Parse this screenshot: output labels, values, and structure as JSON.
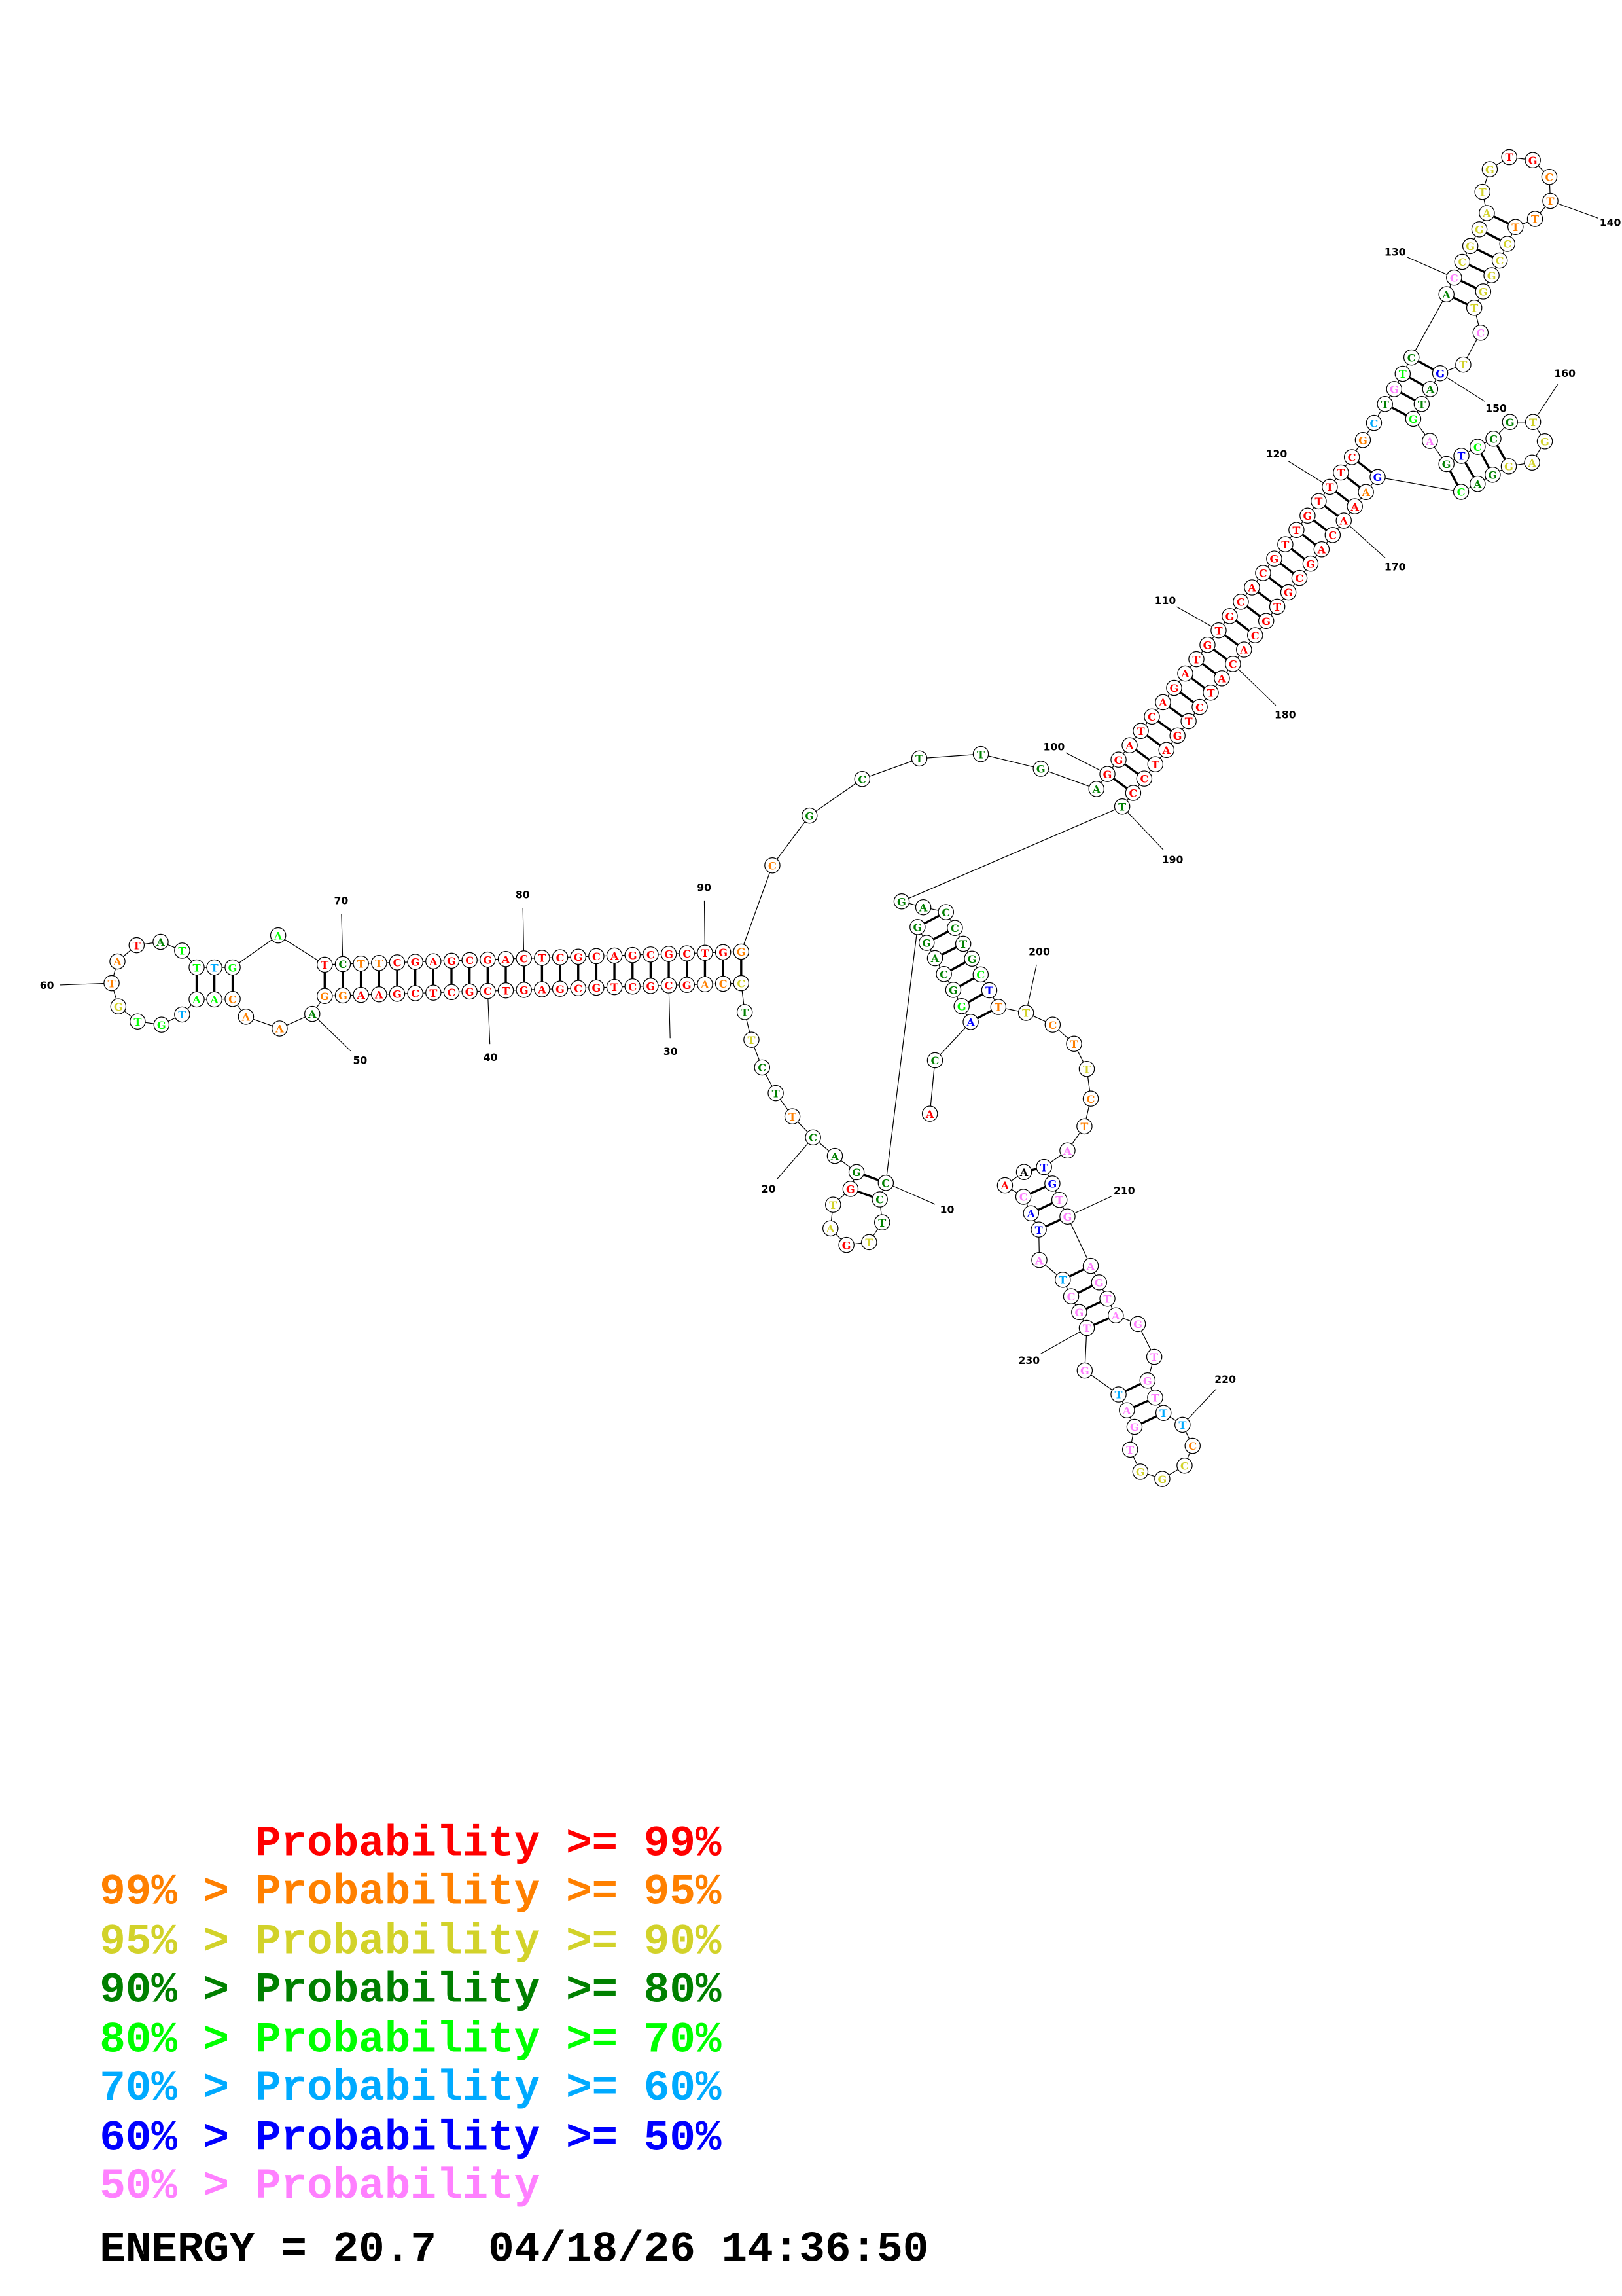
{
  "structure": {
    "sequence": "ACAGGCAGGCCTTGATGGACTTCTTCCAGCGCTGCGAGTCGCTCGAAGGAAACAATGTGTATATTTGATCTTCGAGCGACTCGCAGCGCTGGCGCTTGAGGATCAGATGTGCACGTTGTTTCGCTGTCACCGGATGTGCTTTCCGGTCTGATGAGTCCGTGAGGACGAAACAGCGTGCACATCTGATCCTGACCTGCTTTCTTCTATGTGAGTAGTGTTTCCGGTGATGTGCTATACAA",
    "probability_class": "rdbgddddddddyryyrdddoddydyoorrrrrrrrrrrrrrrrrrroodoooggcggyoordggcggrdoorrrrrrrrrrrrrrrrrrrooddddddrrrrrrrrrrrrrrrrrrrrrrrocdpgddpyyyyyyrrooooyyyyypybddgpdbgddyyyyddgborrrrrrrrrrrrrrrrrrrrrdddddddgboyooyoopbbppppppppppccoyyypppcppppcpbbpr",
    "pairs": [
      [
        26,
        92
      ],
      [
        27,
        91
      ],
      [
        28,
        90
      ],
      [
        29,
        89
      ],
      [
        30,
        88
      ],
      [
        31,
        87
      ],
      [
        32,
        86
      ],
      [
        33,
        85
      ],
      [
        34,
        84
      ],
      [
        35,
        83
      ],
      [
        36,
        82
      ],
      [
        37,
        81
      ],
      [
        38,
        80
      ],
      [
        39,
        79
      ],
      [
        40,
        78
      ],
      [
        41,
        77
      ],
      [
        42,
        76
      ],
      [
        43,
        75
      ],
      [
        44,
        74
      ],
      [
        45,
        73
      ],
      [
        46,
        72
      ],
      [
        47,
        71
      ],
      [
        48,
        70
      ],
      [
        49,
        69
      ],
      [
        53,
        67
      ],
      [
        54,
        66
      ],
      [
        55,
        65
      ],
      [
        10,
        18
      ],
      [
        11,
        17
      ],
      [
        3,
        199
      ],
      [
        4,
        198
      ],
      [
        5,
        197
      ],
      [
        6,
        196
      ],
      [
        7,
        195
      ],
      [
        8,
        194
      ],
      [
        9,
        193
      ],
      [
        100,
        189
      ],
      [
        101,
        188
      ],
      [
        102,
        187
      ],
      [
        103,
        186
      ],
      [
        104,
        185
      ],
      [
        105,
        184
      ],
      [
        106,
        183
      ],
      [
        107,
        182
      ],
      [
        108,
        181
      ],
      [
        109,
        180
      ],
      [
        110,
        179
      ],
      [
        111,
        178
      ],
      [
        112,
        177
      ],
      [
        113,
        176
      ],
      [
        114,
        175
      ],
      [
        115,
        174
      ],
      [
        116,
        173
      ],
      [
        117,
        172
      ],
      [
        118,
        171
      ],
      [
        119,
        170
      ],
      [
        120,
        169
      ],
      [
        121,
        168
      ],
      [
        122,
        167
      ],
      [
        125,
        153
      ],
      [
        126,
        152
      ],
      [
        127,
        151
      ],
      [
        128,
        150
      ],
      [
        129,
        147
      ],
      [
        130,
        146
      ],
      [
        131,
        145
      ],
      [
        132,
        144
      ],
      [
        133,
        143
      ],
      [
        134,
        142
      ],
      [
        155,
        166
      ],
      [
        156,
        165
      ],
      [
        157,
        164
      ],
      [
        158,
        163
      ],
      [
        207,
        239
      ],
      [
        208,
        237
      ],
      [
        209,
        236
      ],
      [
        210,
        235
      ],
      [
        211,
        233
      ],
      [
        212,
        232
      ],
      [
        213,
        231
      ],
      [
        214,
        230
      ],
      [
        217,
        228
      ],
      [
        218,
        227
      ],
      [
        219,
        226
      ]
    ],
    "position_labels": [
      "10",
      "20",
      "30",
      "40",
      "50",
      "60",
      "70",
      "80",
      "90",
      "100",
      "110",
      "120",
      "130",
      "140",
      "150",
      "160",
      "170",
      "180",
      "190",
      "200",
      "210",
      "220",
      "230"
    ]
  },
  "colors": {
    "r": "#ff0000",
    "o": "#ff8000",
    "y": "#d2d22a",
    "d": "#008000",
    "g": "#00ff00",
    "c": "#00aaff",
    "b": "#0000ff",
    "p": "#ff80ff"
  },
  "legend": {
    "rows": [
      {
        "text": "      Probability >= 99%",
        "color": "#ff0000"
      },
      {
        "text": "99% > Probability >= 95%",
        "color": "#ff8000"
      },
      {
        "text": "95% > Probability >= 90%",
        "color": "#d2d22a"
      },
      {
        "text": "90% > Probability >= 80%",
        "color": "#008000"
      },
      {
        "text": "80% > Probability >= 70%",
        "color": "#00ff00"
      },
      {
        "text": "70% > Probability >= 60%",
        "color": "#00aaff"
      },
      {
        "text": "60% > Probability >= 50%",
        "color": "#0000ff"
      },
      {
        "text": "50% > Probability",
        "color": "#ff80ff"
      }
    ],
    "energy": "ENERGY = 20.7  04/18/26 14:36:50"
  }
}
